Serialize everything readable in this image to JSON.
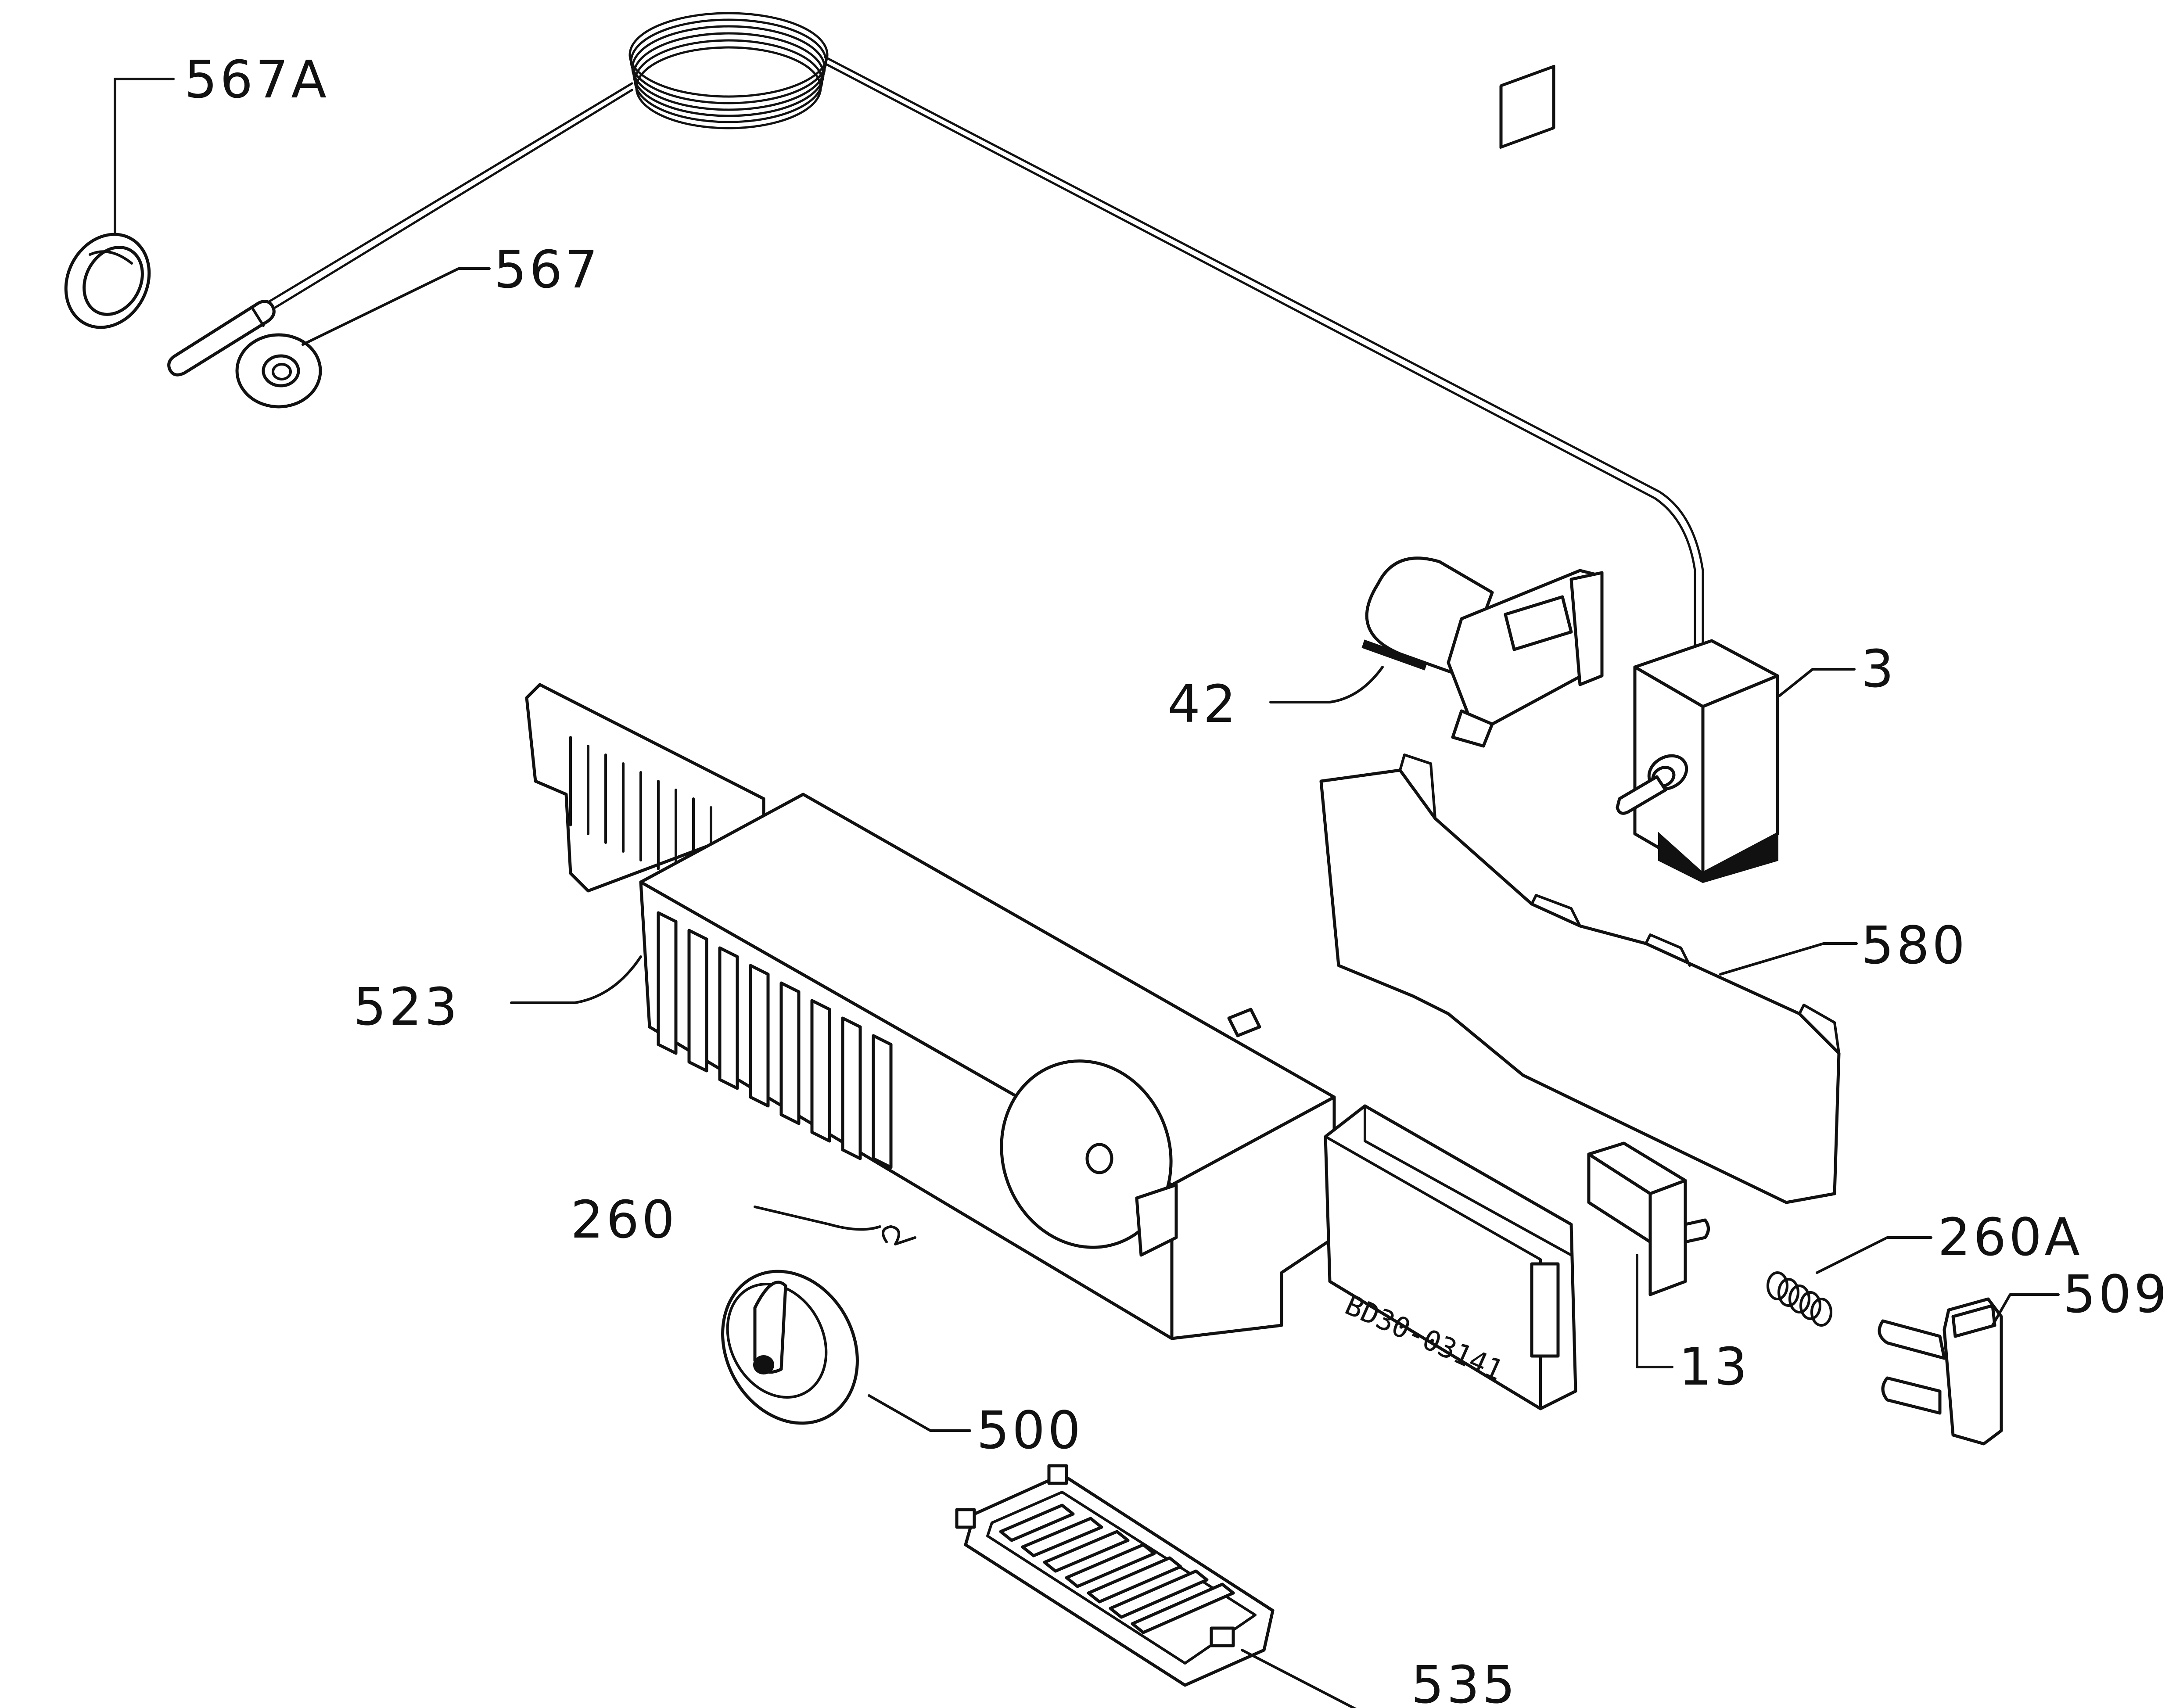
{
  "diagram": {
    "stamp_code": "BD30-03141",
    "callouts": [
      {
        "id": "567A",
        "label": "567A",
        "part": "clip"
      },
      {
        "id": "567",
        "label": "567",
        "part": "grommet"
      },
      {
        "id": "42",
        "label": "42",
        "part": "lamp-holder"
      },
      {
        "id": "3",
        "label": "3",
        "part": "thermostat"
      },
      {
        "id": "580",
        "label": "580",
        "part": "cover-plate"
      },
      {
        "id": "523",
        "label": "523",
        "part": "control-housing"
      },
      {
        "id": "260",
        "label": "260",
        "part": "wire-clip"
      },
      {
        "id": "260A",
        "label": "260A",
        "part": "spring"
      },
      {
        "id": "509",
        "label": "509",
        "part": "push-button"
      },
      {
        "id": "13",
        "label": "13",
        "part": "switch"
      },
      {
        "id": "500",
        "label": "500",
        "part": "knob"
      },
      {
        "id": "535",
        "label": "535",
        "part": "grille"
      }
    ]
  }
}
